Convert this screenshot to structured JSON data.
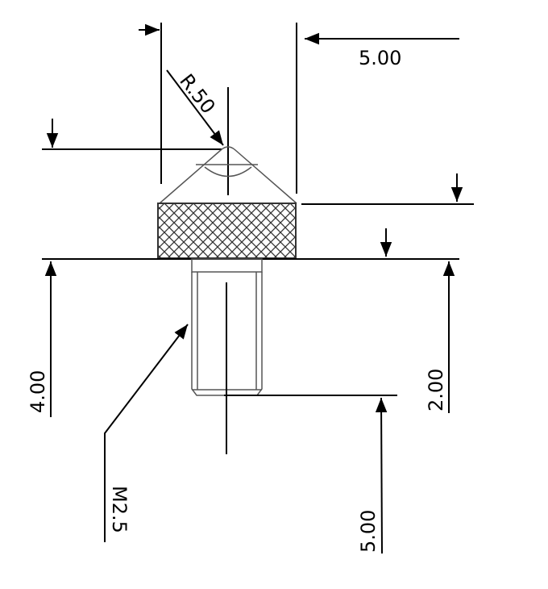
{
  "drawing": {
    "dimensions": {
      "top_width": "5.00",
      "tip_radius": "R.50",
      "total_left": "4.00",
      "shank_right": "2.00",
      "shank_length": "5.00",
      "thread": "M2.5"
    }
  }
}
